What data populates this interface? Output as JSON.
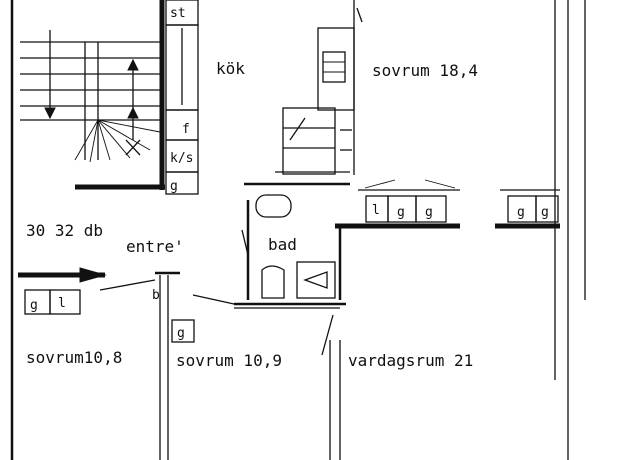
{
  "rooms": {
    "kitchen": "kök",
    "bedroom_large": "sovrum 18,4",
    "bathroom": "bad",
    "hall": "entre'",
    "bedroom_left": "sovrum10,8",
    "bedroom_mid": "sovrum 10,9",
    "living_room": "vardagsrum 21",
    "dimension_note": "30 32 db"
  },
  "fixtures": {
    "stove": "st",
    "fridge": "f",
    "fridge_freezer": "k/s",
    "wardrobe": "g",
    "linen_cabinet": "l",
    "b_mark": "b"
  },
  "colors": {
    "ink": "#111111",
    "paper": "#ffffff"
  }
}
